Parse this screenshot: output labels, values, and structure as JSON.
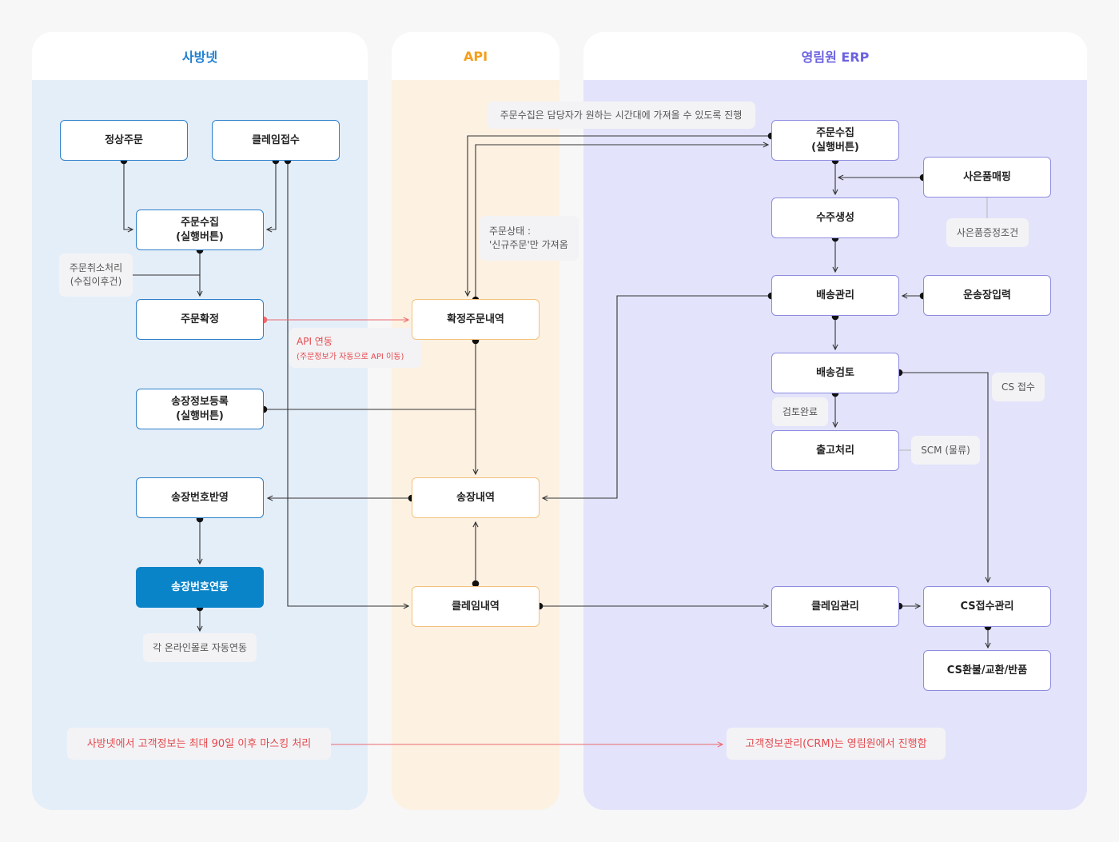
{
  "lanes": {
    "sabang": {
      "title": "사방넷",
      "color": "#1f7fd1"
    },
    "api": {
      "title": "API",
      "color": "#f59f1a"
    },
    "erp": {
      "title": "영림원 ERP",
      "color": "#6c63e0"
    }
  },
  "nodes": {
    "regular_order": "정상주문",
    "claim_receipt": "클레임접수",
    "order_collect_sabang": "주문수집\n(실행버튼)",
    "order_confirm": "주문확정",
    "invoice_register": "송장정보등록\n(실행버튼)",
    "invoice_reflect": "송장번호반영",
    "invoice_link": "송장번호연동",
    "confirmed_orders": "확정주문내역",
    "invoice_history": "송장내역",
    "claim_history": "클레임내역",
    "order_collect_erp": "주문수집\n(실행버튼)",
    "gift_mapping": "사은품매핑",
    "order_create": "수주생성",
    "shipping_manage": "배송관리",
    "waybill_input": "운송장입력",
    "shipping_review": "배송검토",
    "release_process": "출고처리",
    "claim_manage": "클레임관리",
    "cs_manage": "CS접수관리",
    "cs_refund": "CS환불/교환/반품"
  },
  "notes": {
    "cancel_process": "주문취소처리\n(수집이후건)",
    "auto_link": "각 온라인몰로 자동연동",
    "collect_time": "주문수집은 담당자가 원하는 시간대에 가져올 수 있도록 진행",
    "order_status": "주문상태 :\n'신규주문'만 가져옴",
    "gift_condition": "사은품증정조건",
    "review_done": "검토완료",
    "scm": "SCM (물류)",
    "cs_receipt": "CS 접수",
    "masking": "사방넷에서 고객정보는 최대 90일 이후 마스킹 처리",
    "crm": "고객정보관리(CRM)는 영림원에서 진행함"
  },
  "api_link": {
    "label": "API 연동",
    "sub": "(주문정보가 자동으로 API 이동)"
  }
}
